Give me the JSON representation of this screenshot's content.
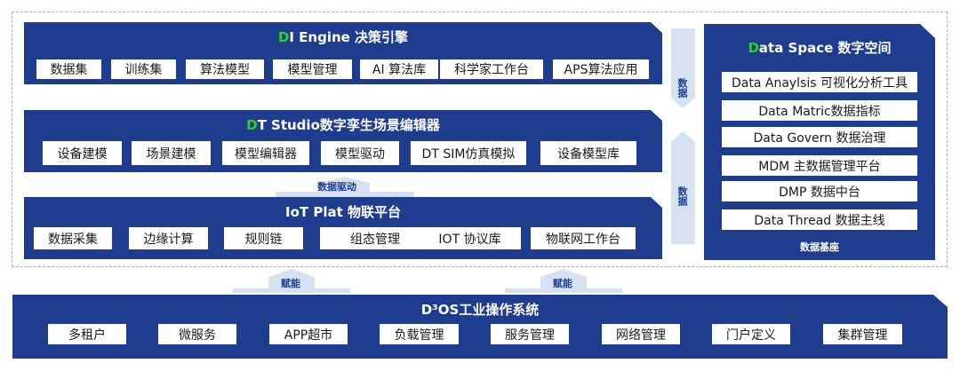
{
  "di_engine": {
    "title_first": "D",
    "title_rest": "I Engine 决策引擎",
    "items": [
      "数据集",
      "训练集",
      "算法模型",
      "模型管理",
      "AI 算法库",
      "科学家工作台",
      "APS算法应用"
    ]
  },
  "dt_studio": {
    "title_first": "D",
    "title_rest": "T Studio数字孪生场景编辑器",
    "items": [
      "设备建模",
      "场景建模",
      "模型编辑器",
      "模型驱动",
      "DT SIM仿真模拟",
      "设备模型库"
    ]
  },
  "data_drive_label": "数据驱动",
  "iot_plat": {
    "title": "IoT Plat 物联平台",
    "items": [
      "数据采集",
      "边缘计算",
      "规则链",
      "组态管理",
      "IOT 协议库",
      "物联网工作台"
    ]
  },
  "data_space": {
    "title_first": "D",
    "title_rest": "ata Space 数字空间",
    "items": [
      "Data Anaylsis 可视化分析工具",
      "Data Matric数据指标",
      "Data Govern 数据治理",
      "MDM 主数据管理平台",
      "DMP 数据中台",
      "Data Thread 数据主线"
    ],
    "footer": "数据基座"
  },
  "data_arrow_label": "数据",
  "empower_label": "赋能",
  "d3os": {
    "title": "D³OS工业操作系统",
    "items": [
      "多租户",
      "微服务",
      "APP超市",
      "负载管理",
      "服务管理",
      "网络管理",
      "门户定义",
      "集群管理"
    ]
  },
  "colors": {
    "panel": "#1e3d8f",
    "highlight": "#2ad12a",
    "arrow": "#d6e2f2"
  }
}
